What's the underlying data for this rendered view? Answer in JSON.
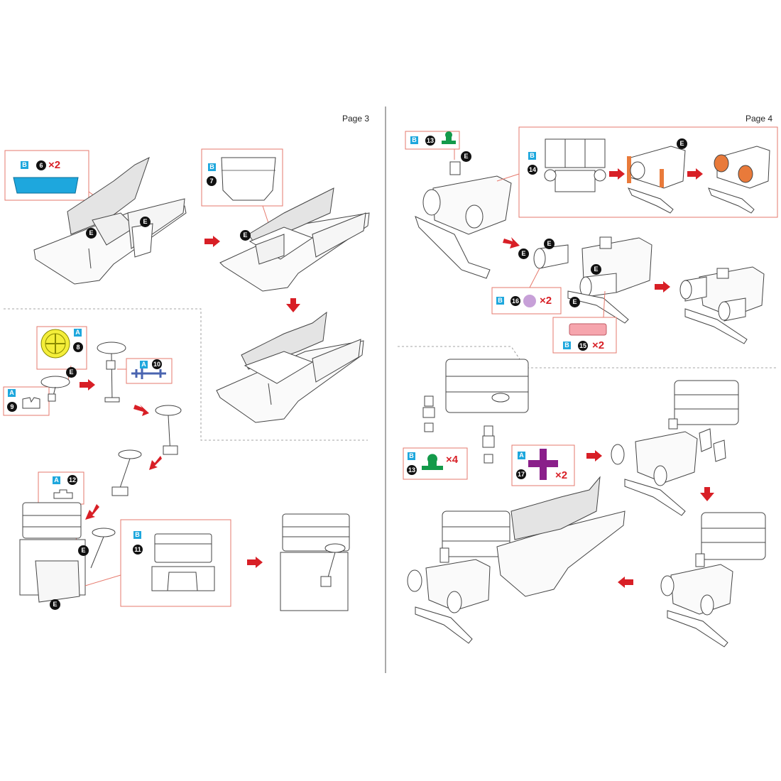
{
  "pages": [
    {
      "label": "Page 3"
    },
    {
      "label": "Page 4"
    }
  ],
  "colors": {
    "frame": "#e6796c",
    "arrow": "#d81f26",
    "badge": "#1ea7dd",
    "part6": "#1ea7dd",
    "part8": "#f4ee3a",
    "part10": "#4a64b0",
    "part13": "#139a4a",
    "part15": "#f6a5ad",
    "part16": "#c7a0d8",
    "part17": "#8a1f8a",
    "plate": "#e97a3a",
    "dot": "#1e8fd8",
    "tri": "#9cd03a"
  },
  "parts": {
    "p6": {
      "sheet": "B",
      "number": "6",
      "qty": "×2"
    },
    "p7": {
      "sheet": "B",
      "number": "7"
    },
    "p8": {
      "sheet": "A",
      "number": "8"
    },
    "p9": {
      "sheet": "A",
      "number": "9"
    },
    "p10": {
      "sheet": "A",
      "number": "10"
    },
    "p11": {
      "sheet": "B",
      "number": "11"
    },
    "p12": {
      "sheet": "A",
      "number": "12"
    },
    "p13a": {
      "sheet": "B",
      "number": "13"
    },
    "p14": {
      "sheet": "B",
      "number": "14"
    },
    "p15": {
      "sheet": "B",
      "number": "15",
      "qty": "×2"
    },
    "p16": {
      "sheet": "B",
      "number": "16",
      "qty": "×2"
    },
    "p13b": {
      "sheet": "B",
      "number": "13",
      "qty": "×4"
    },
    "p17": {
      "sheet": "A",
      "number": "17",
      "qty": "×2"
    }
  },
  "connector_label": "E"
}
